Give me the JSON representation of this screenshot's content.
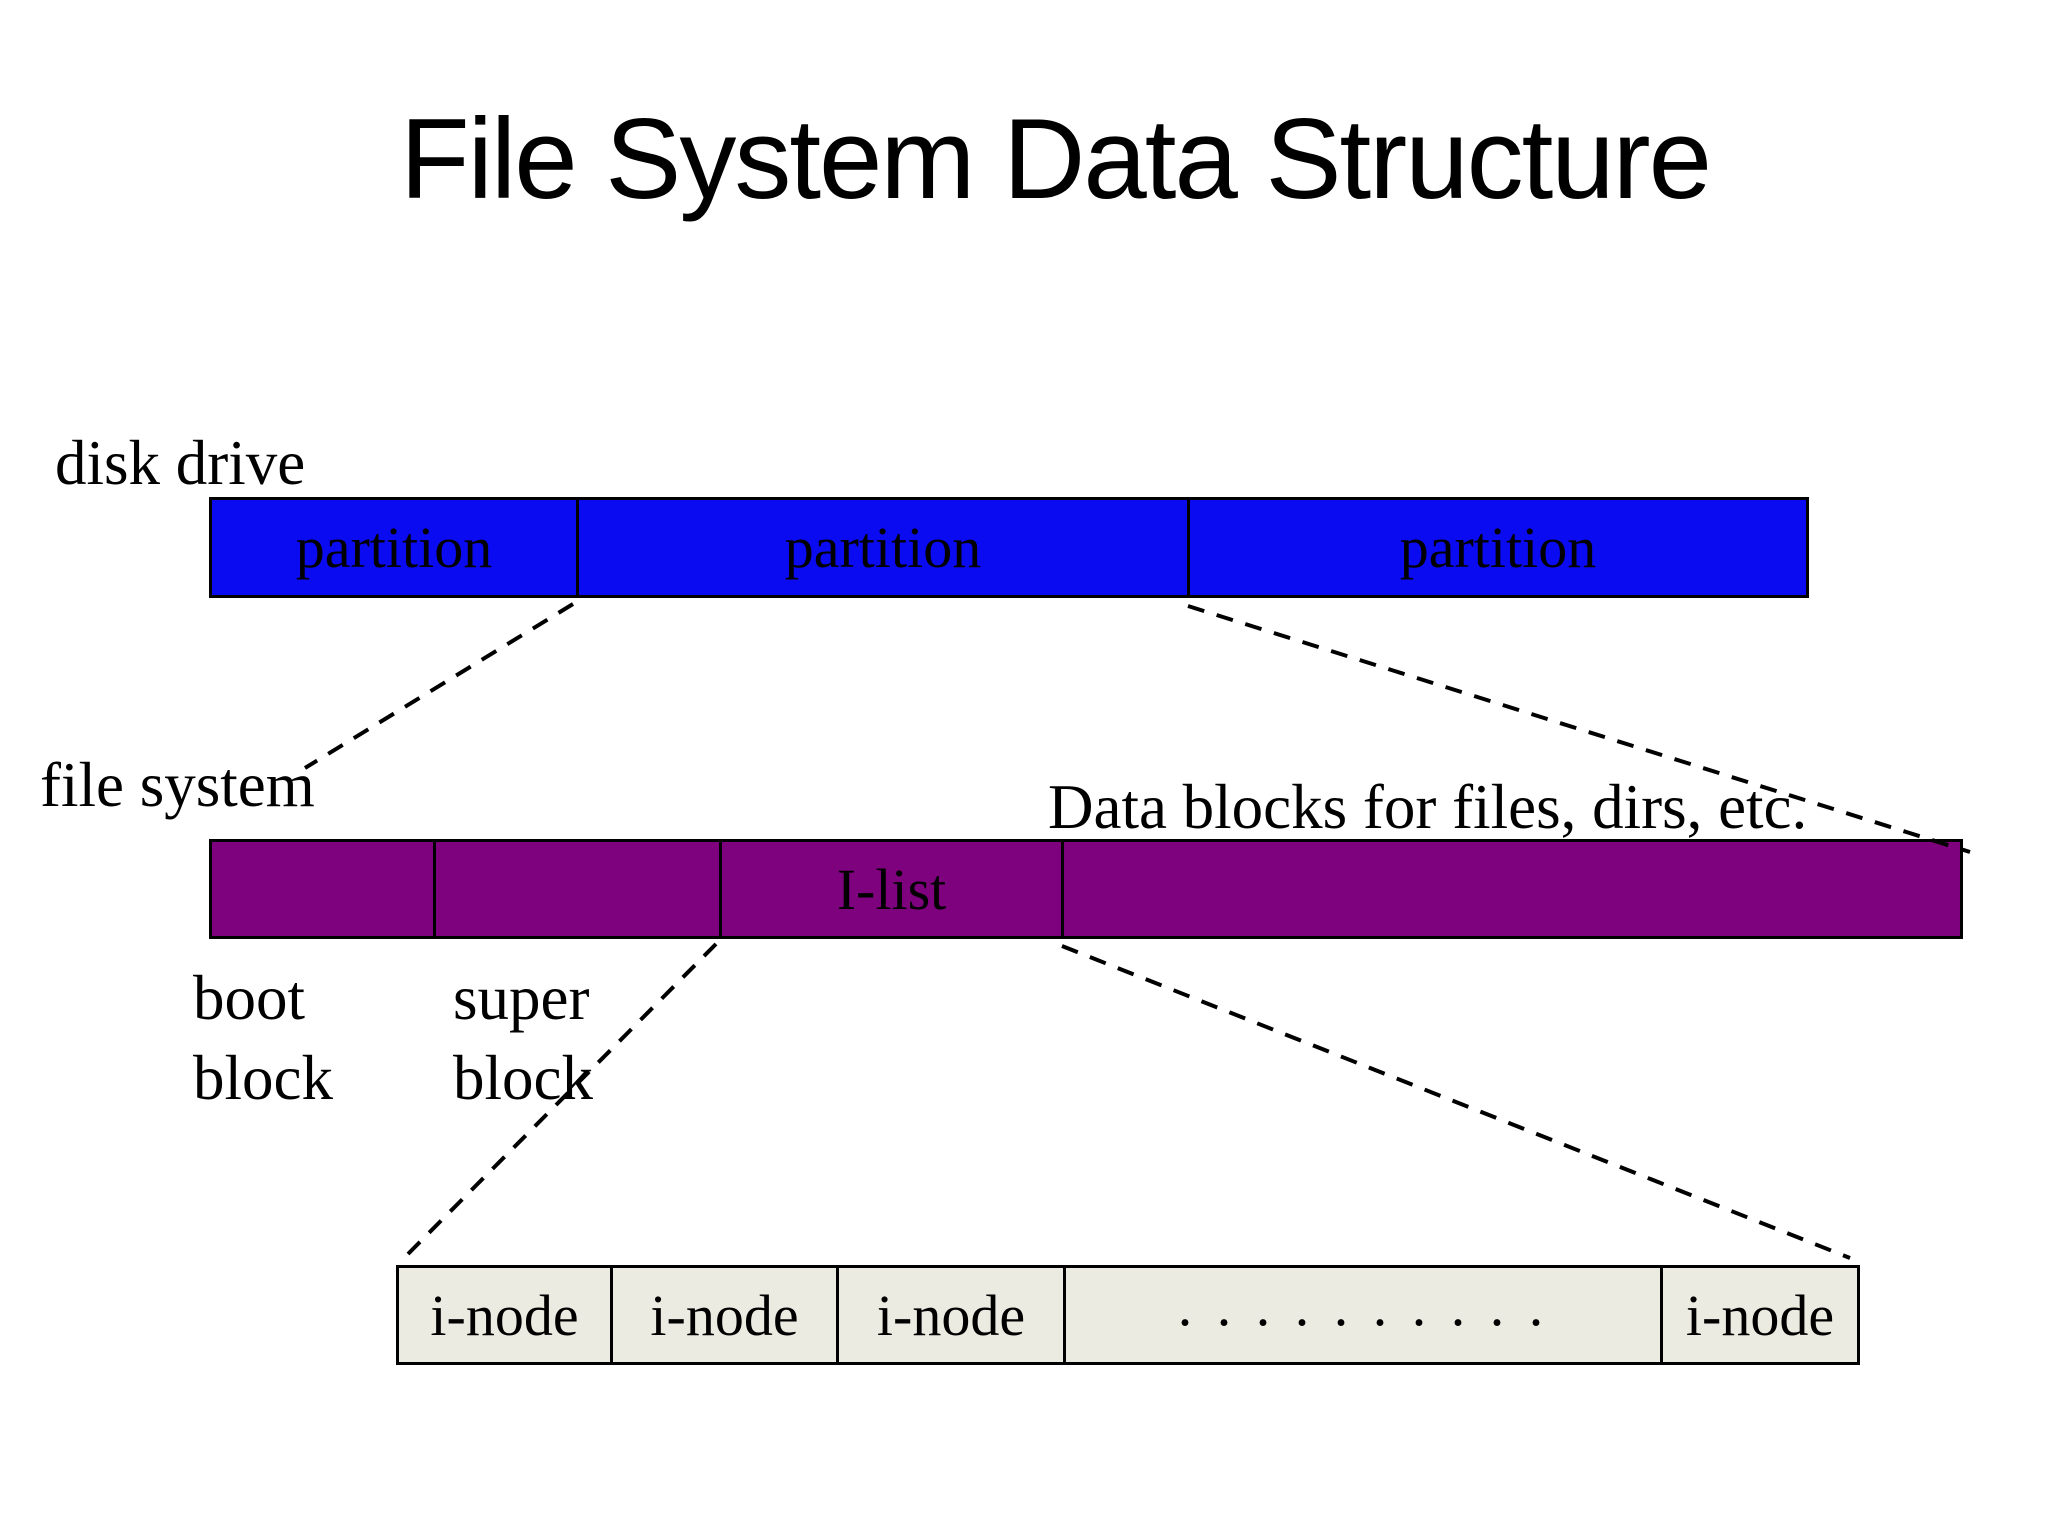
{
  "title": "File System Data Structure",
  "labels": {
    "disk_drive": "disk drive",
    "file_system": "file system",
    "boot_block": [
      "boot",
      "block"
    ],
    "super_block": [
      "super",
      "block"
    ],
    "data_blocks": "Data blocks for files, dirs, etc."
  },
  "disk_bar": {
    "partitions": [
      "partition",
      "partition",
      "partition"
    ]
  },
  "fs_bar": {
    "ilist_label": "I-list"
  },
  "inode_bar": {
    "cells": [
      "i-node",
      "i-node",
      "i-node",
      ". . . . . . . . . .",
      "i-node"
    ]
  },
  "colors": {
    "partition_blue": "#0b0bf2",
    "fs_purple": "#7e017e",
    "inode_fill": "#ecebe1",
    "connector_black": "#000000"
  }
}
